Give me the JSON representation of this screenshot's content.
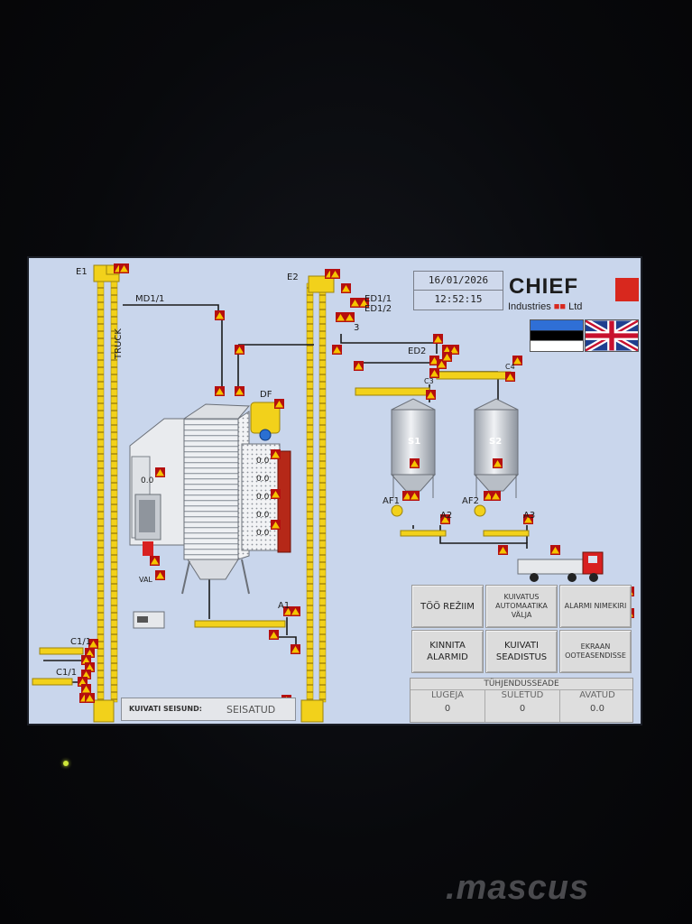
{
  "header": {
    "date": "16/01/2026",
    "time": "12:52:15",
    "brand": "CHIEF",
    "brand_sub": "Industries",
    "brand_sub_end": "Ltd"
  },
  "languages": [
    {
      "code": "et",
      "name": "Eesti"
    },
    {
      "code": "en",
      "name": "English"
    }
  ],
  "labels": {
    "e1": "E1",
    "e2": "E2",
    "md1": "MD1/1",
    "truck": "TRUCK",
    "ed1_1": "ED1/1",
    "ed1_2": "ED1/2",
    "three": "3",
    "ed2": "ED2",
    "c3": "C3",
    "c4": "C4",
    "df": "DF",
    "s1": "S1",
    "s2": "S2",
    "af1": "AF1",
    "af2": "AF2",
    "a1": "A1",
    "a2": "A2",
    "a3": "A3",
    "c1_1": "C1/1",
    "c1_2": "C1/1",
    "val": "VAL"
  },
  "readouts": {
    "r1": "0.0",
    "r2": "0.0",
    "r3": "0.0",
    "r4": "0.0",
    "r5": "0.0",
    "r6": "0.0"
  },
  "buttons": {
    "work_mode": "TÖÖ REŽIIM",
    "auto_off": "KUIVATUS AUTOMAATIKA VÄLJA",
    "alarm_list": "ALARMI NIMEKIRI",
    "confirm_alarms": "KINNITA ALARMID",
    "dryer_settings": "KUIVATI SEADISTUS",
    "screen_settings": "EKRAAN OOTEASENDISSE"
  },
  "status": {
    "key": "KUIVATI SEISUND:",
    "value": "SEISATUD"
  },
  "emptying": {
    "title": "TÜHJENDUSSEADE",
    "cols": [
      {
        "header": "LUGEJA",
        "value": "0"
      },
      {
        "header": "SULETUD",
        "value": "0"
      },
      {
        "header": "AVATUD",
        "value": "0.0"
      }
    ]
  },
  "colors": {
    "screen_bg": "#c9d6ec",
    "conveyor": "#f2d11b",
    "alarm": "#f5c400",
    "alarm_edge": "#b50f0f",
    "brand_red": "#d8281e"
  },
  "watermark": ".mascus"
}
